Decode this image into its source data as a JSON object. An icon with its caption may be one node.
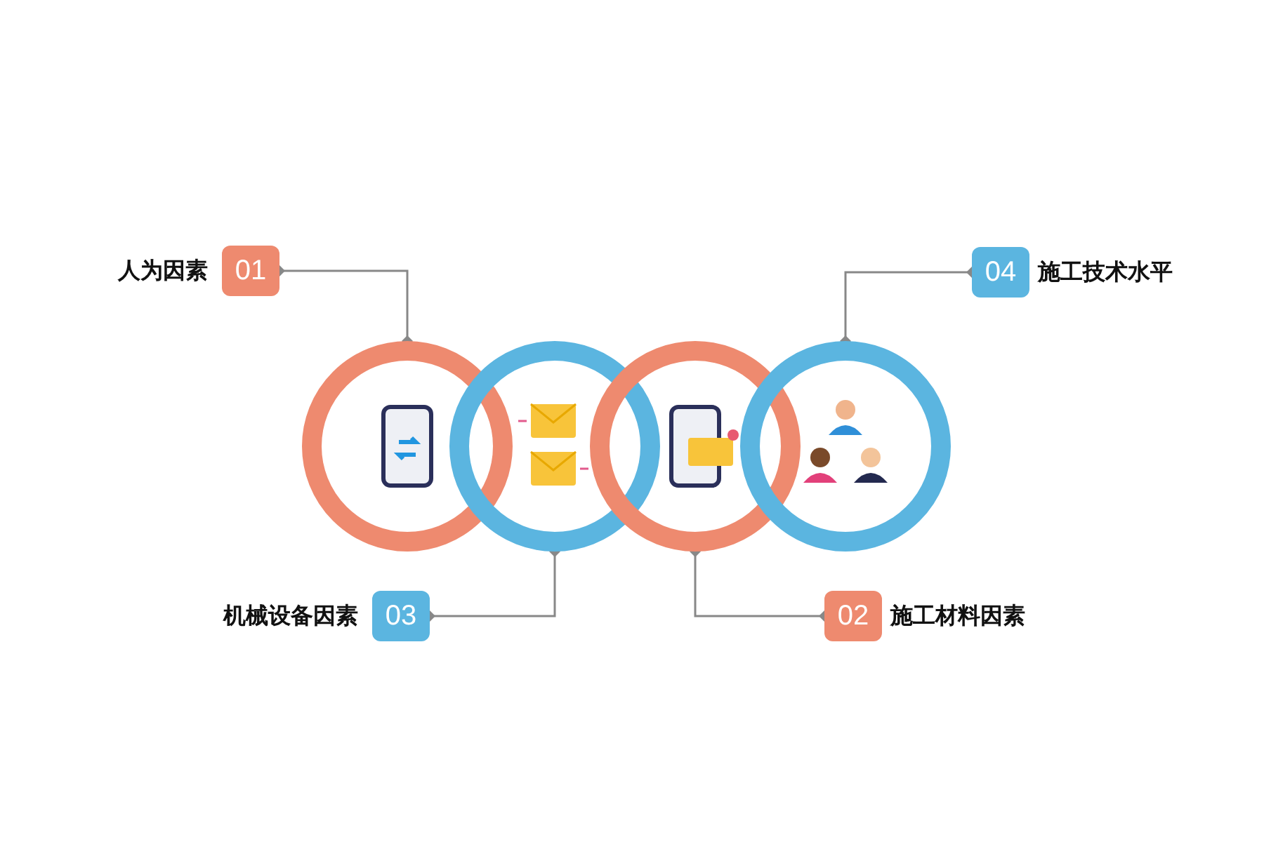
{
  "diagram": {
    "nodes": [
      {
        "text": [
          "01"
        ],
        "beside": [
          "人为因素"
        ]
      },
      {
        "text": [
          "02"
        ],
        "beside": [
          "施工材料因素"
        ]
      },
      {
        "text": [
          "03"
        ],
        "beside": [
          "机械设备因素"
        ]
      },
      {
        "text": [
          "04"
        ],
        "beside": [
          "施工技术水平"
        ]
      },
      {
        "text": [],
        "shape": "circle"
      },
      {
        "text": [],
        "shape": "circle"
      },
      {
        "text": [],
        "shape": "circle"
      },
      {
        "text": [],
        "shape": "circle"
      }
    ],
    "edges": [
      {
        "from": 0,
        "to": 4,
        "arrow": "other"
      },
      {
        "from": 1,
        "to": 6,
        "arrow": "other"
      },
      {
        "from": 2,
        "to": 5,
        "arrow": "other"
      },
      {
        "from": 3,
        "to": 7,
        "arrow": "other"
      }
    ]
  }
}
